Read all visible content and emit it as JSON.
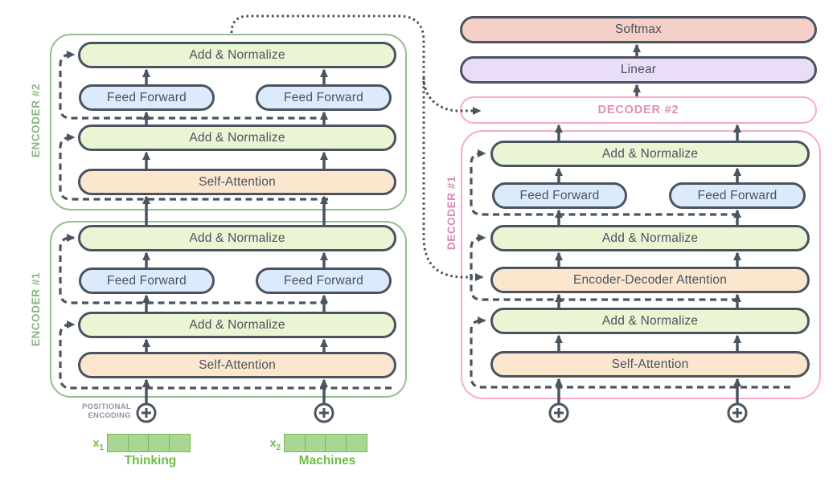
{
  "encoder2": {
    "label": "ENCODER #2",
    "add_normalize_top": "Add & Normalize",
    "feed_forward_left": "Feed Forward",
    "feed_forward_right": "Feed Forward",
    "add_normalize_bottom": "Add & Normalize",
    "self_attention": "Self-Attention"
  },
  "encoder1": {
    "label": "ENCODER #1",
    "add_normalize_top": "Add & Normalize",
    "feed_forward_left": "Feed Forward",
    "feed_forward_right": "Feed Forward",
    "add_normalize_bottom": "Add & Normalize",
    "self_attention": "Self-Attention"
  },
  "decoder1": {
    "label": "DECODER #1",
    "add_normalize_top": "Add & Normalize",
    "feed_forward_left": "Feed Forward",
    "feed_forward_right": "Feed Forward",
    "add_normalize_middle": "Add & Normalize",
    "encoder_decoder_attention": "Encoder-Decoder Attention",
    "add_normalize_bottom": "Add & Normalize",
    "self_attention": "Self-Attention"
  },
  "decoder2": {
    "label": "DECODER #2"
  },
  "output": {
    "linear": "Linear",
    "softmax": "Softmax"
  },
  "positional_encoding": {
    "line1": "POSITIONAL",
    "line2": "ENCODING"
  },
  "inputs": {
    "x1": {
      "base": "x",
      "sub": "1",
      "word": "Thinking",
      "cells": 4
    },
    "x2": {
      "base": "x",
      "sub": "2",
      "word": "Machines",
      "cells": 4
    }
  },
  "colors": {
    "add_normalize_fill": "#eaf6d3",
    "feed_forward_fill": "#dcebfc",
    "attention_fill": "#fce6cd",
    "softmax_fill": "#f5d0c8",
    "linear_fill": "#eaddf7",
    "pill_border": "#4a535f",
    "encoder_border": "#94bd90",
    "decoder_border": "#f8abc7",
    "encoder_label_green": "#8ab883",
    "decoder_label_pink": "#d98ab2",
    "line_dark": "#4b5560",
    "input_bright_green": "#6cbe45",
    "vector_fill": "#a9d793",
    "vector_border": "#76b85a",
    "positional_label_gray": "#8f95a0"
  }
}
